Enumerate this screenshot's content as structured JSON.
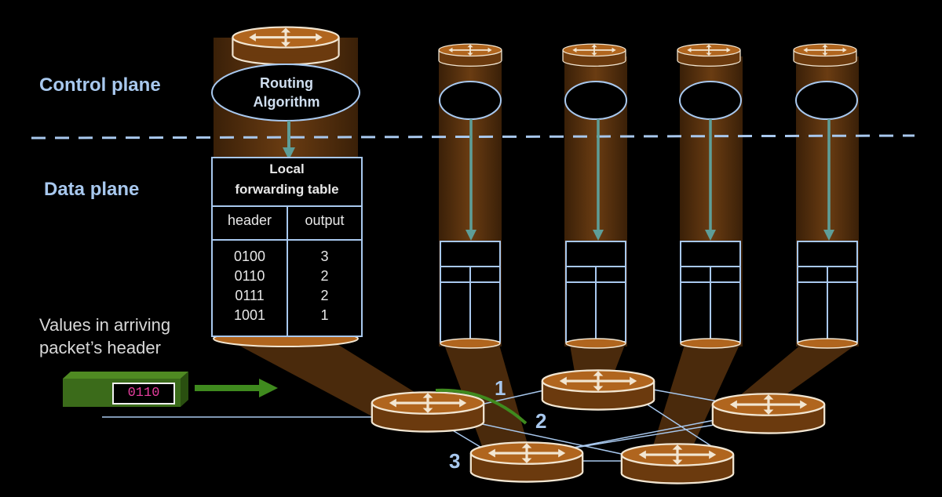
{
  "labels": {
    "control_plane": "Control plane",
    "data_plane": "Data plane",
    "routing_algorithm": [
      "Routing",
      "Algorithm"
    ],
    "arriving_header": [
      "Values in arriving",
      "packet’s header"
    ]
  },
  "forwarding_table": {
    "title": [
      "Local",
      "forwarding table"
    ],
    "columns": [
      "header",
      "output"
    ],
    "rows": [
      {
        "header": "0100",
        "output": "3"
      },
      {
        "header": "0110",
        "output": "2"
      },
      {
        "header": "0111",
        "output": "2"
      },
      {
        "header": "1001",
        "output": "1"
      }
    ]
  },
  "packet": {
    "header_value": "0110"
  },
  "ports": [
    "1",
    "2",
    "3"
  ],
  "colors": {
    "router_body": "#b0651e",
    "router_dark": "#6b3a0e",
    "router_outline": "#f2e6d2",
    "plane_label": "#a8c8ee",
    "beam": "#5a3310",
    "arrow_teal": "#5e9e98",
    "packet_green": "#3b6b1a"
  },
  "icons": [
    "router-icon",
    "forwarding-arrow-icon",
    "packet-icon"
  ]
}
